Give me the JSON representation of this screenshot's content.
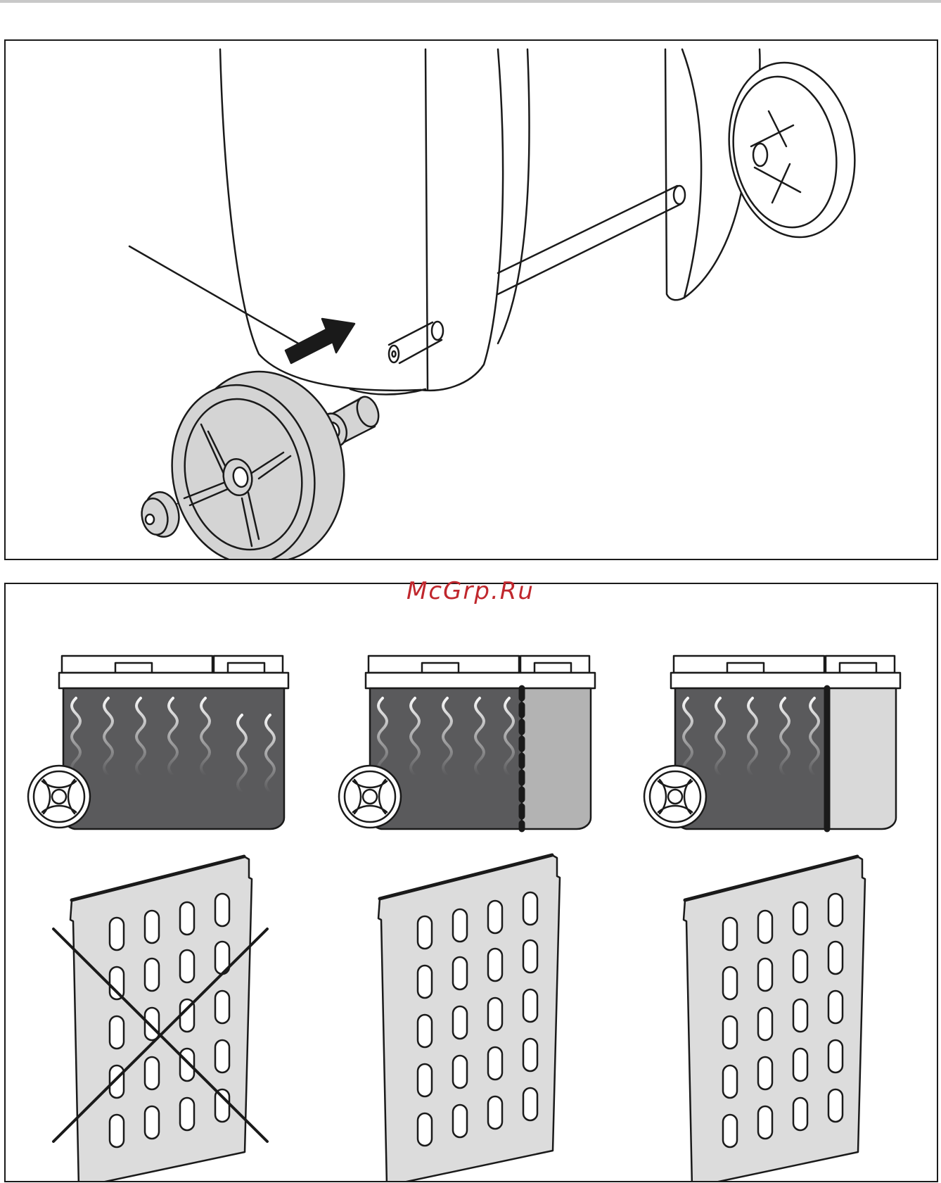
{
  "watermark": {
    "text": "McGrp.Ru",
    "color": "#c0272d"
  },
  "colors": {
    "line": "#1a1a1a",
    "tank_dark": "#5a5a5c",
    "tank_light": "#d9d9d9",
    "tank_mid": "#b3b3b3",
    "wheel_fill": "#d4d4d4",
    "filter_fill": "#dcdcdc"
  },
  "figure_1": {
    "icons": [
      "heater-body-icon",
      "wheel-icon",
      "hub-cap-icon",
      "spacer-sleeve-icon",
      "axle-icon",
      "insert-arrow-icon"
    ]
  },
  "figure_2": {
    "columns": [
      {
        "tank_state": "fully-heating",
        "filter_state": "crossed-out",
        "crossed": true
      },
      {
        "tank_state": "partially-heating-dashed-divider",
        "filter_state": "ok",
        "crossed": false
      },
      {
        "tank_state": "partially-heating-solid-divider",
        "filter_state": "ok",
        "crossed": false
      }
    ]
  }
}
